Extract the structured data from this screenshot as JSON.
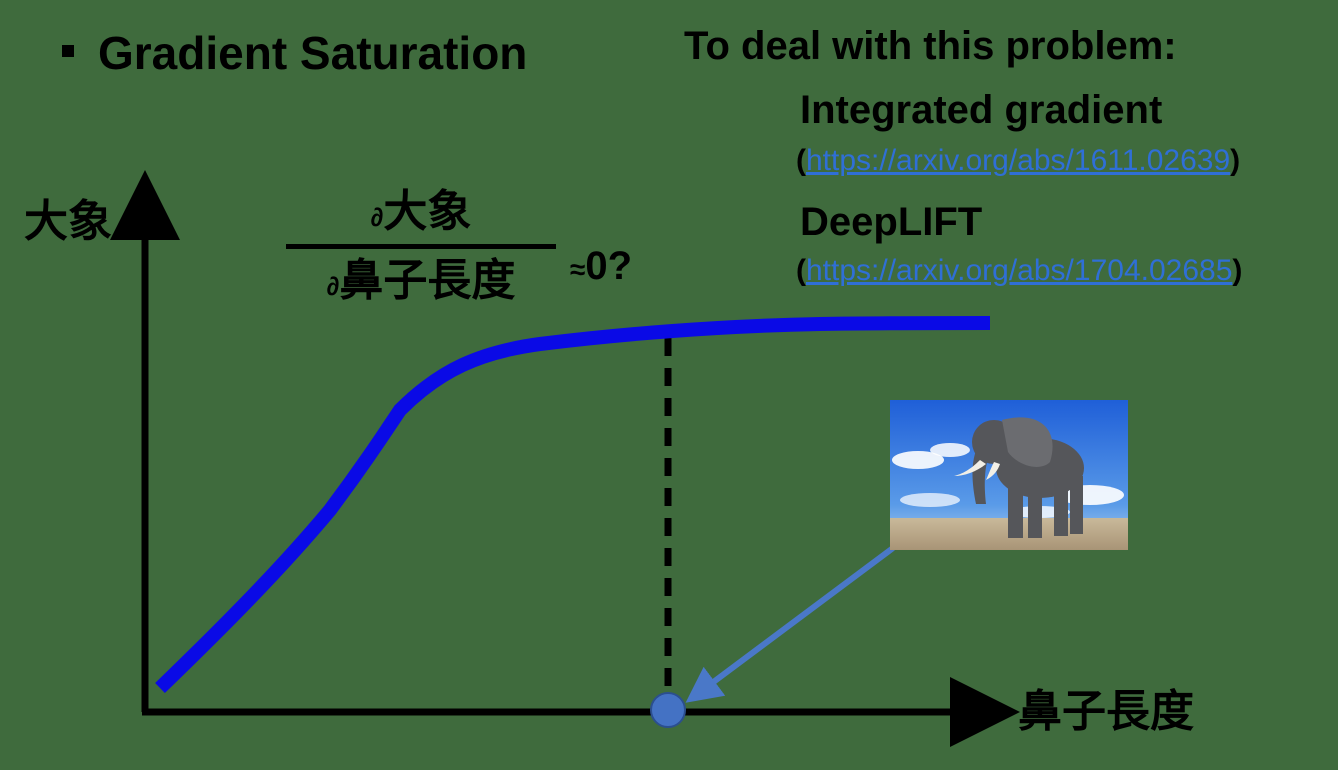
{
  "title": "Gradient Saturation",
  "right_heading": "To deal with this problem:",
  "methods": [
    {
      "name": "Integrated gradient",
      "link": "https://arxiv.org/abs/1611.02639"
    },
    {
      "name": "DeepLIFT",
      "link": "https://arxiv.org/abs/1704.02685"
    }
  ],
  "axes": {
    "y_label": "大象",
    "x_label": "鼻子長度"
  },
  "derivative": {
    "numerator_prefix": "∂",
    "numerator": "大象",
    "denominator_prefix": "∂",
    "denominator": "鼻子長度",
    "approx_symbol": "≈",
    "approx_value": "0?"
  },
  "colors": {
    "background": "#3f6b3d",
    "curve": "#0a0ae6",
    "arrow": "#4a78c8",
    "marker": "#4472c4",
    "link": "#2f6fd6"
  },
  "image": {
    "subject": "elephant-photo"
  }
}
